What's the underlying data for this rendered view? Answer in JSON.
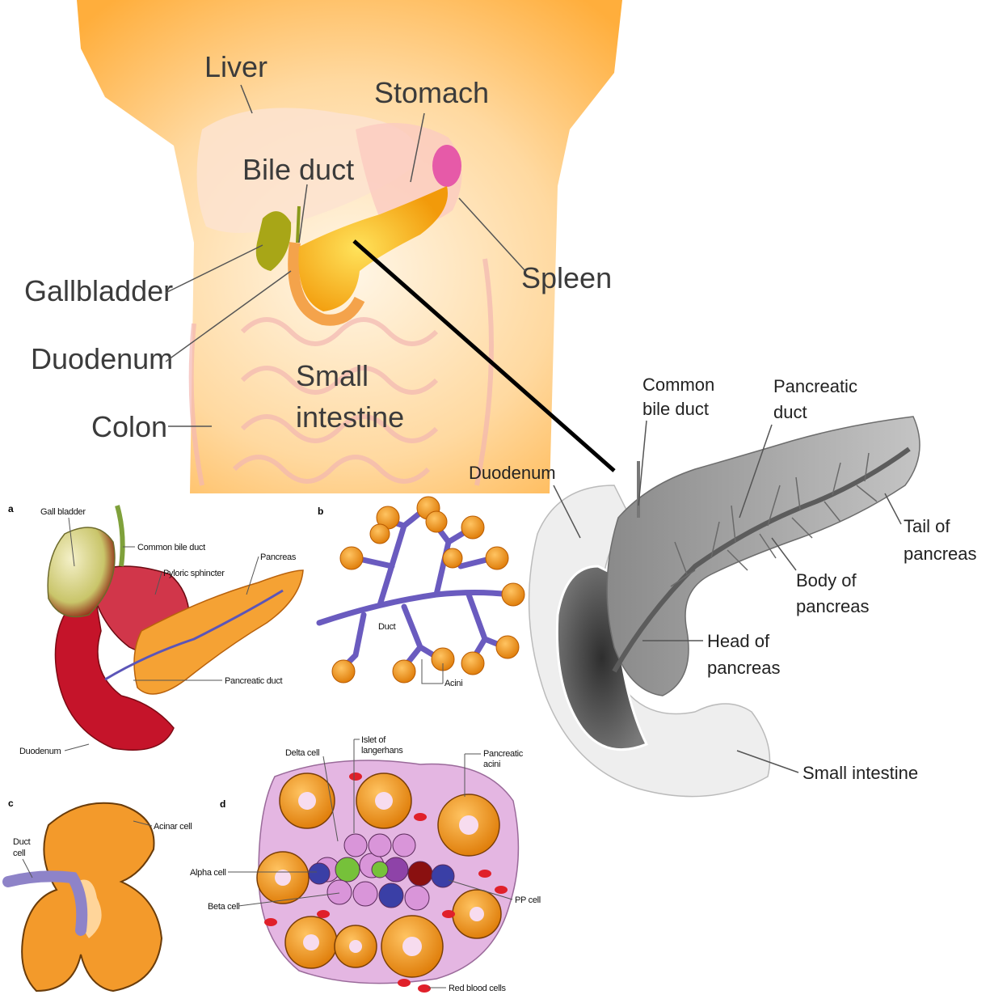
{
  "torso_labels": {
    "liver": "Liver",
    "stomach": "Stomach",
    "bile_duct": "Bile duct",
    "gallbladder": "Gallbladder",
    "spleen": "Spleen",
    "duodenum": "Duodenum",
    "small_intestine_1": "Small",
    "small_intestine_2": "intestine",
    "colon": "Colon"
  },
  "gray_pancreas_labels": {
    "common_bile_duct_1": "Common",
    "common_bile_duct_2": "bile duct",
    "pancreatic_duct_1": "Pancreatic",
    "pancreatic_duct_2": "duct",
    "duodenum": "Duodenum",
    "tail_1": "Tail of",
    "tail_2": "pancreas",
    "body_1": "Body of",
    "body_2": "pancreas",
    "head_1": "Head of",
    "head_2": "pancreas",
    "small_intestine": "Small intestine"
  },
  "panel_a": {
    "letter": "a",
    "gall_bladder": "Gall bladder",
    "common_bile_duct": "Common bile duct",
    "pyloric_sphincter": "Pyloric sphincter",
    "pancreas": "Pancreas",
    "pancreatic_duct": "Pancreatic duct",
    "duodenum": "Duodenum"
  },
  "panel_b": {
    "letter": "b",
    "duct": "Duct",
    "acini": "Acini"
  },
  "panel_c": {
    "letter": "c",
    "duct_cell_1": "Duct",
    "duct_cell_2": "cell",
    "acinar_cell": "Acinar cell"
  },
  "panel_d": {
    "letter": "d",
    "delta_cell": "Delta cell",
    "islet_1": "Islet of",
    "islet_2": "langerhans",
    "pancreatic_acini_1": "Pancreatic",
    "pancreatic_acini_2": "acini",
    "alpha_cell": "Alpha cell",
    "beta_cell": "Beta cell",
    "pp_cell": "PP cell",
    "red_blood_cells": "Red blood cells"
  }
}
